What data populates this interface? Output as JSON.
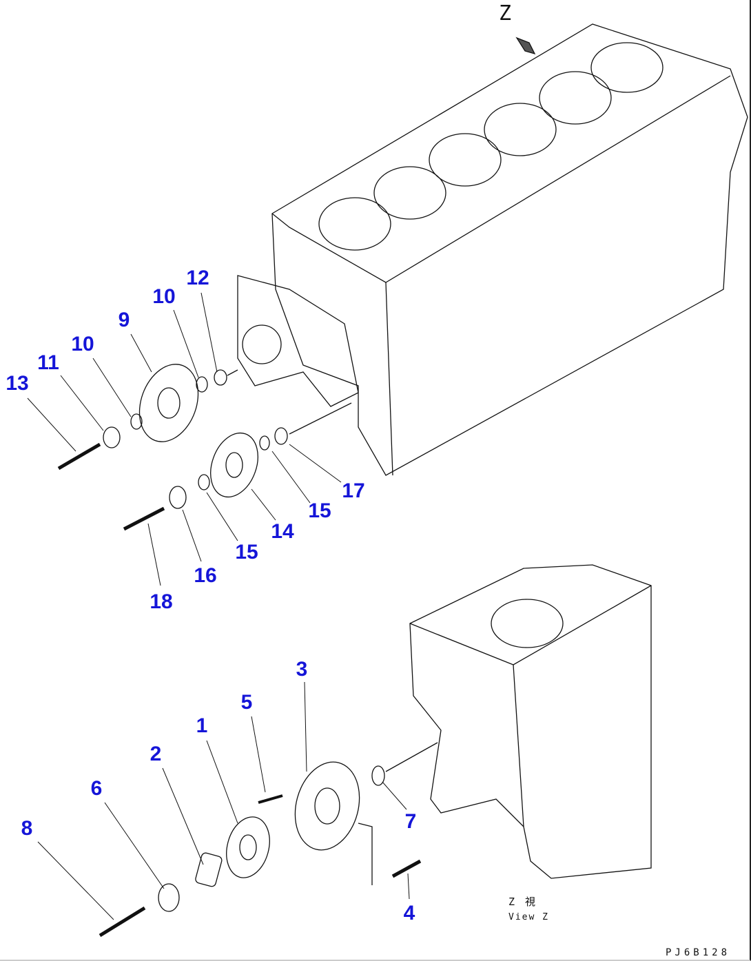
{
  "view_marker": "Z",
  "view_caption": {
    "kanji": "Z　視",
    "english": "View Z"
  },
  "drawing_code": "PJ6B128",
  "callouts": [
    {
      "id": "c13",
      "text": "13"
    },
    {
      "id": "c11",
      "text": "11"
    },
    {
      "id": "c10a",
      "text": "10"
    },
    {
      "id": "c9",
      "text": "9"
    },
    {
      "id": "c10b",
      "text": "10"
    },
    {
      "id": "c12",
      "text": "12"
    },
    {
      "id": "c17",
      "text": "17"
    },
    {
      "id": "c15a",
      "text": "15"
    },
    {
      "id": "c14",
      "text": "14"
    },
    {
      "id": "c15b",
      "text": "15"
    },
    {
      "id": "c16",
      "text": "16"
    },
    {
      "id": "c18",
      "text": "18"
    },
    {
      "id": "c3",
      "text": "3"
    },
    {
      "id": "c5",
      "text": "5"
    },
    {
      "id": "c1",
      "text": "1"
    },
    {
      "id": "c2",
      "text": "2"
    },
    {
      "id": "c6",
      "text": "6"
    },
    {
      "id": "c8",
      "text": "8"
    },
    {
      "id": "c7",
      "text": "7"
    },
    {
      "id": "c4",
      "text": "4"
    }
  ],
  "colors": {
    "callout": "#1515d8",
    "line": "#111111"
  }
}
